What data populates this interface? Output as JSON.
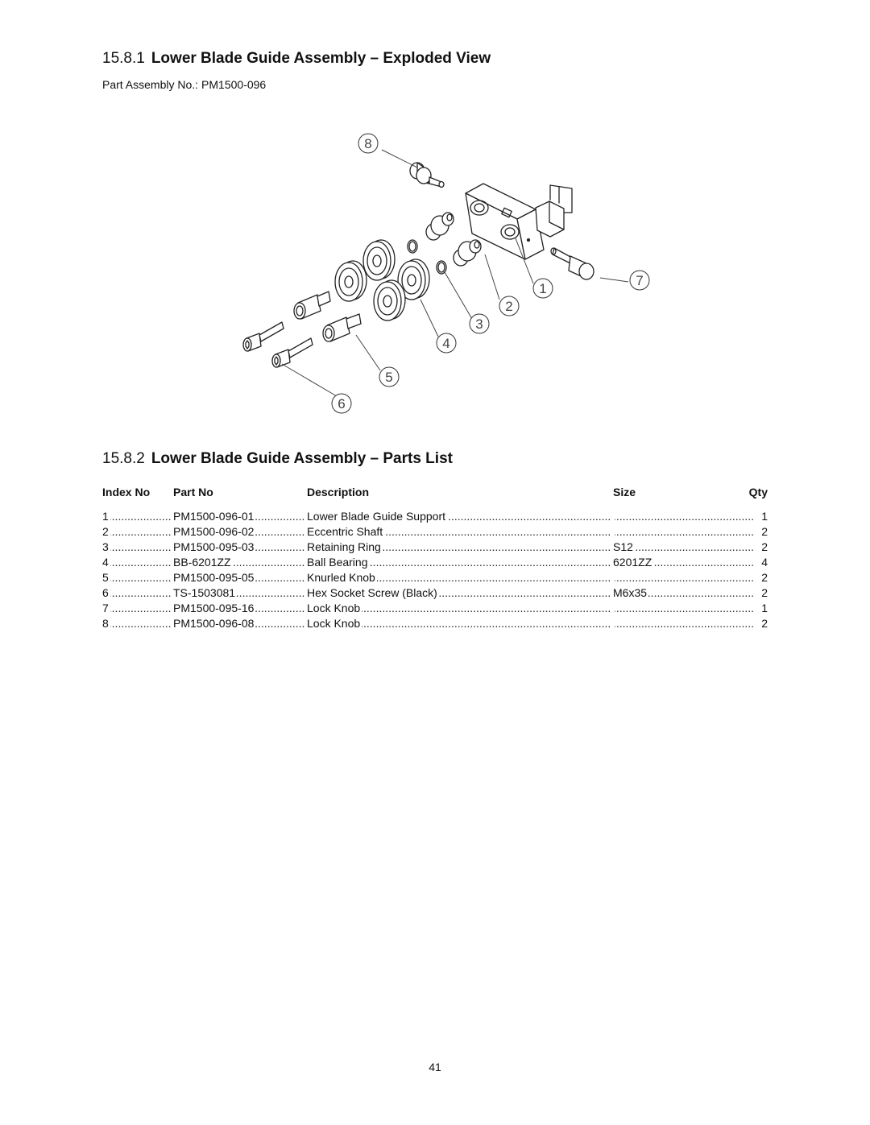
{
  "section1": {
    "number": "15.8.1",
    "title": "Lower Blade Guide Assembly – Exploded View"
  },
  "assembly": {
    "label": "Part Assembly No.:",
    "value": "PM1500-096"
  },
  "diagram": {
    "callouts": [
      "1",
      "2",
      "3",
      "4",
      "5",
      "6",
      "7",
      "8"
    ]
  },
  "section2": {
    "number": "15.8.2",
    "title": "Lower Blade Guide Assembly – Parts List"
  },
  "parts_list": {
    "headers": {
      "index": "Index No",
      "part": "Part No",
      "description": "Description",
      "size": "Size",
      "qty": "Qty"
    },
    "rows": [
      {
        "index": "1",
        "part": "PM1500-096-01",
        "description": "Lower Blade Guide Support",
        "size": "",
        "qty": "1"
      },
      {
        "index": "2",
        "part": "PM1500-096-02",
        "description": "Eccentric Shaft",
        "size": "",
        "qty": "2"
      },
      {
        "index": "3",
        "part": "PM1500-095-03",
        "description": "Retaining Ring",
        "size": "S12",
        "qty": "2"
      },
      {
        "index": "4",
        "part": "BB-6201ZZ",
        "description": "Ball Bearing",
        "size": "6201ZZ",
        "qty": "4"
      },
      {
        "index": "5",
        "part": "PM1500-095-05",
        "description": "Knurled Knob",
        "size": "",
        "qty": "2"
      },
      {
        "index": "6",
        "part": "TS-1503081",
        "description": "Hex Socket Screw (Black)",
        "size": "M6x35",
        "qty": "2"
      },
      {
        "index": "7",
        "part": "PM1500-095-16",
        "description": "Lock Knob",
        "size": "",
        "qty": "1"
      },
      {
        "index": "8",
        "part": "PM1500-096-08",
        "description": "Lock Knob",
        "size": "",
        "qty": "2"
      }
    ]
  },
  "page_number": "41"
}
